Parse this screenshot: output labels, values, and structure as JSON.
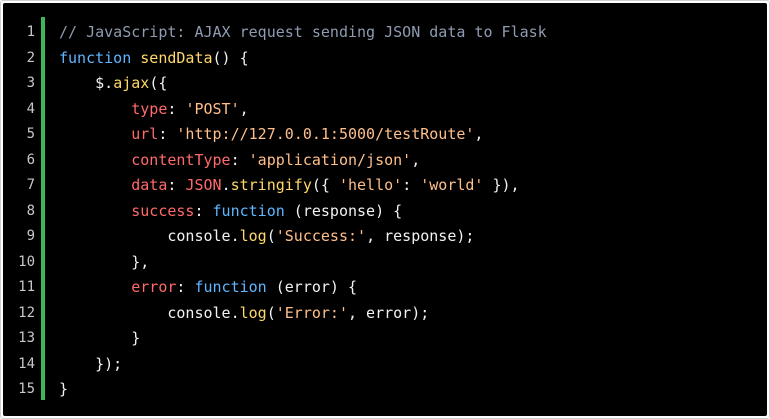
{
  "colors": {
    "background": "#000000",
    "gutter_bar": "#3fb65b",
    "line_number": "#c8c8c8",
    "plain": "#f2f2f2",
    "comment": "#8f9bb0",
    "keyword": "#5eb6ff",
    "function": "#ffd86a",
    "property": "#ff6a6a",
    "string": "#ffbf8a"
  },
  "line_numbers": [
    "1",
    "2",
    "3",
    "4",
    "5",
    "6",
    "7",
    "8",
    "9",
    "10",
    "11",
    "12",
    "13",
    "14",
    "15"
  ],
  "lines": [
    [
      [
        "comment",
        "// JavaScript: AJAX request sending JSON data to Flask"
      ]
    ],
    [
      [
        "keyword",
        "function"
      ],
      [
        "plain",
        " "
      ],
      [
        "func",
        "sendData"
      ],
      [
        "plain",
        "() {"
      ]
    ],
    [
      [
        "plain",
        "    $."
      ],
      [
        "func",
        "ajax"
      ],
      [
        "plain",
        "({"
      ]
    ],
    [
      [
        "plain",
        "        "
      ],
      [
        "prop",
        "type"
      ],
      [
        "plain",
        ": "
      ],
      [
        "string",
        "'POST'"
      ],
      [
        "plain",
        ","
      ]
    ],
    [
      [
        "plain",
        "        "
      ],
      [
        "prop",
        "url"
      ],
      [
        "plain",
        ": "
      ],
      [
        "string",
        "'http://127.0.0.1:5000/testRoute'"
      ],
      [
        "plain",
        ","
      ]
    ],
    [
      [
        "plain",
        "        "
      ],
      [
        "prop",
        "contentType"
      ],
      [
        "plain",
        ": "
      ],
      [
        "string",
        "'application/json'"
      ],
      [
        "plain",
        ","
      ]
    ],
    [
      [
        "plain",
        "        "
      ],
      [
        "prop",
        "data"
      ],
      [
        "plain",
        ": "
      ],
      [
        "prop",
        "JSON"
      ],
      [
        "plain",
        "."
      ],
      [
        "func",
        "stringify"
      ],
      [
        "plain",
        "({ "
      ],
      [
        "string",
        "'hello'"
      ],
      [
        "plain",
        ": "
      ],
      [
        "string",
        "'world'"
      ],
      [
        "plain",
        " }),"
      ]
    ],
    [
      [
        "plain",
        "        "
      ],
      [
        "prop",
        "success"
      ],
      [
        "plain",
        ": "
      ],
      [
        "keyword",
        "function"
      ],
      [
        "plain",
        " (response) {"
      ]
    ],
    [
      [
        "plain",
        "            console."
      ],
      [
        "func",
        "log"
      ],
      [
        "plain",
        "("
      ],
      [
        "string",
        "'Success:'"
      ],
      [
        "plain",
        ", response);"
      ]
    ],
    [
      [
        "plain",
        "        },"
      ]
    ],
    [
      [
        "plain",
        "        "
      ],
      [
        "prop",
        "error"
      ],
      [
        "plain",
        ": "
      ],
      [
        "keyword",
        "function"
      ],
      [
        "plain",
        " (error) {"
      ]
    ],
    [
      [
        "plain",
        "            console."
      ],
      [
        "func",
        "log"
      ],
      [
        "plain",
        "("
      ],
      [
        "string",
        "'Error:'"
      ],
      [
        "plain",
        ", error);"
      ]
    ],
    [
      [
        "plain",
        "        }"
      ]
    ],
    [
      [
        "plain",
        "    });"
      ]
    ],
    [
      [
        "plain",
        "}"
      ]
    ]
  ]
}
